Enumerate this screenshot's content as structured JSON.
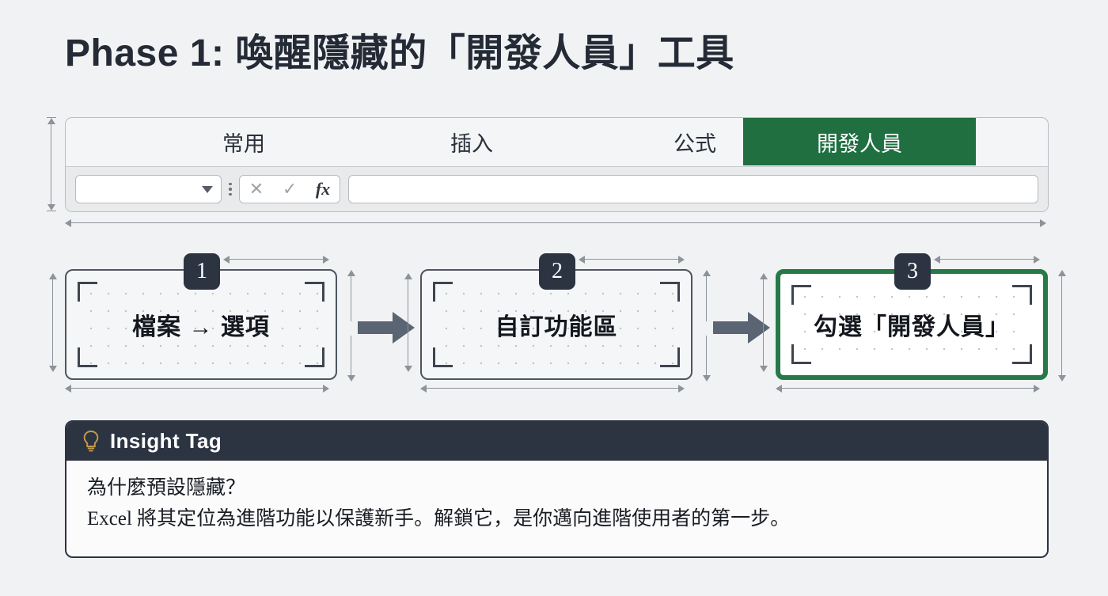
{
  "page": {
    "title": "Phase 1: 喚醒隱藏的「開發人員」工具",
    "background_color": "#f1f2f4",
    "accent_green": "#1f6f41",
    "dark_navy": "#2c3442",
    "bulb_gold": "#c79a4b"
  },
  "ribbon": {
    "tabs": [
      {
        "label": "常用",
        "active": false
      },
      {
        "label": "插入",
        "active": false
      },
      {
        "label": "公式",
        "active": false
      },
      {
        "label": "開發人員",
        "active": true
      }
    ],
    "formula_bar": {
      "name_box_value": "",
      "name_box_placeholder": "",
      "cancel_icon": "x-icon",
      "confirm_icon": "check-icon",
      "function_icon": "fx-icon",
      "function_label": "fx",
      "cancel_glyph": "✕",
      "confirm_glyph": "✓",
      "formula_input_value": "",
      "dropdown_icon": "chevron-down-icon",
      "separator_icon": "vertical-dots-icon"
    }
  },
  "steps": [
    {
      "number": "1",
      "label": "檔案 → 選項",
      "highlighted": false
    },
    {
      "number": "2",
      "label": "自訂功能區",
      "highlighted": false
    },
    {
      "number": "3",
      "label": "勾選「開發人員」",
      "highlighted": true
    }
  ],
  "flow": {
    "arrow_icon": "arrow-right-icon",
    "arrow_color": "#5a6472"
  },
  "insight": {
    "icon": "lightbulb-icon",
    "title": "Insight Tag",
    "line1": "為什麼預設隱藏？",
    "line2": "Excel 將其定位為進階功能以保護新手。解鎖它，是你邁向進階使用者的第一步。"
  }
}
